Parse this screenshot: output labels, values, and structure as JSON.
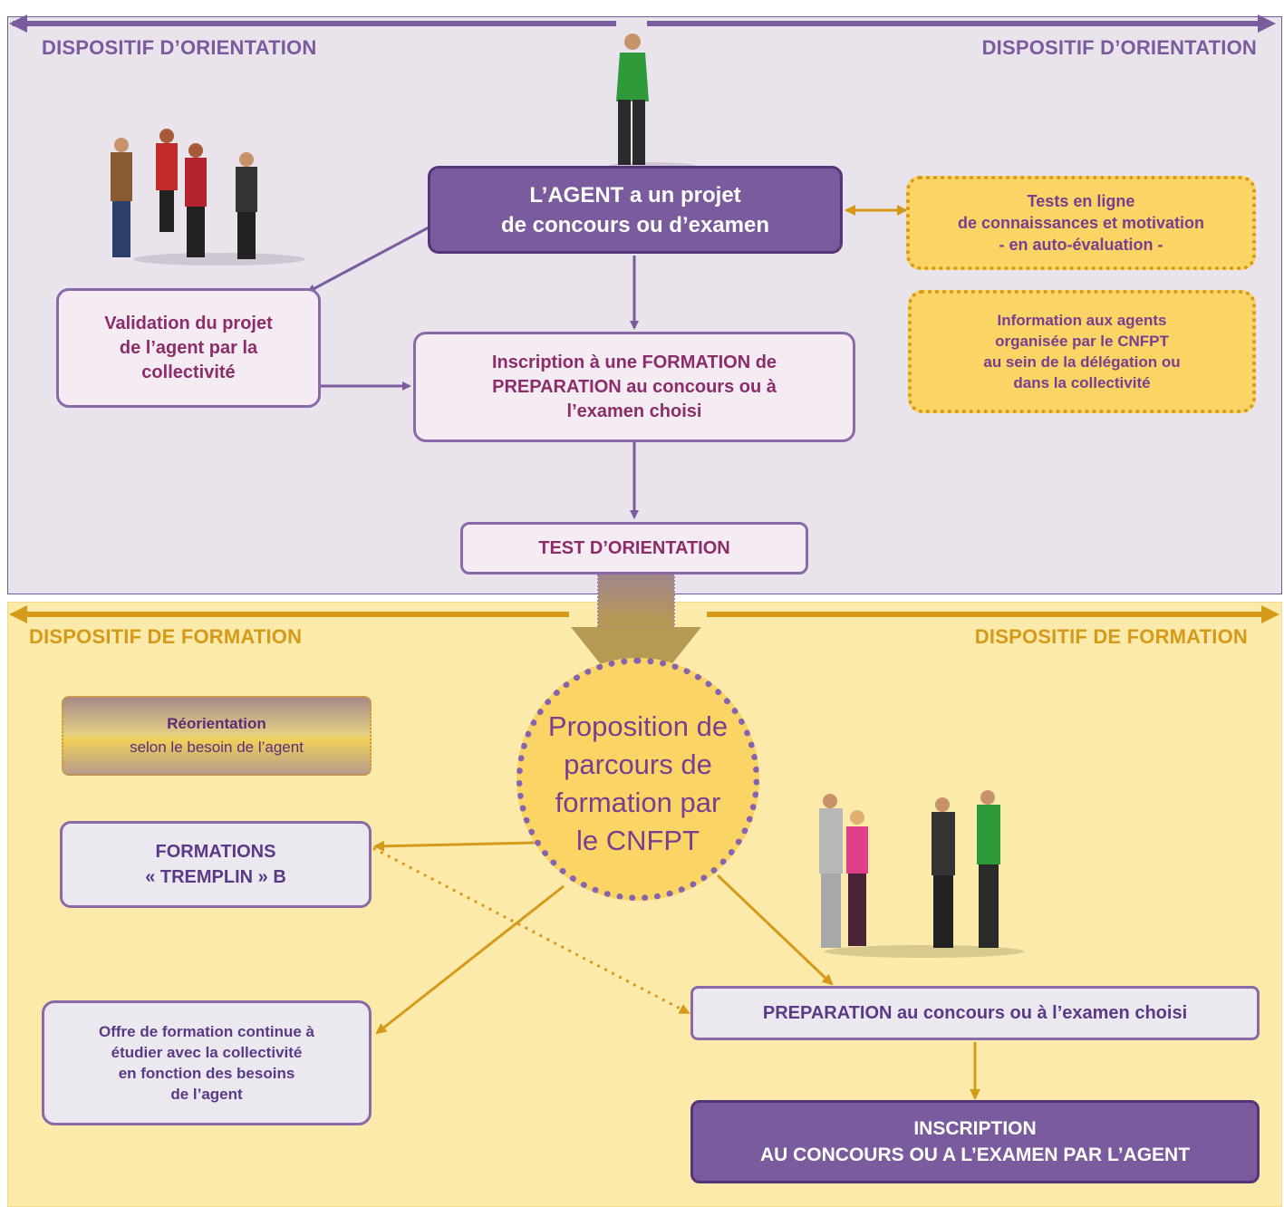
{
  "zones": {
    "orientation": {
      "title_left": "DISPOSITIF D’ORIENTATION",
      "title_right": "DISPOSITIF D’ORIENTATION",
      "color": "#7a5b9e"
    },
    "formation": {
      "title_left": "DISPOSITIF DE FORMATION",
      "title_right": "DISPOSITIF DE FORMATION",
      "color": "#d69a1a"
    }
  },
  "boxes": {
    "agent_projet": "L’AGENT a un projet\nde concours ou d’examen",
    "tests_en_ligne": "Tests en ligne\nde connaissances et motivation\n- en auto-évaluation -",
    "information_agents": "Information aux agents\norganisée par le CNFPT\nau sein de la délégation ou\ndans la collectivité",
    "validation": "Validation du projet\nde l’agent par la\ncollectivité",
    "inscription_formation": "Inscription à une FORMATION de\nPREPARATION au concours ou à\nl’examen choisi",
    "test_orientation": "TEST D’ORIENTATION",
    "reorientation_title": "Réorientation",
    "reorientation_sub": "selon le besoin de l’agent",
    "proposition": "Proposition de\nparcours de\nformation par\nle CNFPT",
    "tremplin": "FORMATIONS\n« TREMPLIN » B",
    "offre_continue": "Offre de formation continue à\nétudier avec la collectivité\nen fonction des besoins\nde l’agent",
    "preparation_bold": "PREPARATION",
    "preparation_rest": " au concours ou à l’examen choisi",
    "inscription_final": "INSCRIPTION\nAU CONCOURS OU A L’EXAMEN PAR L’AGENT"
  },
  "colors": {
    "purple_dark": "#7a5b9e",
    "purple_text": "#8b2d6a",
    "gold": "#d69a1a",
    "orientation_bg": "#e9e3ec",
    "formation_bg": "#fbeaaa"
  },
  "icons": [
    "person-group-icon",
    "person-icon"
  ]
}
